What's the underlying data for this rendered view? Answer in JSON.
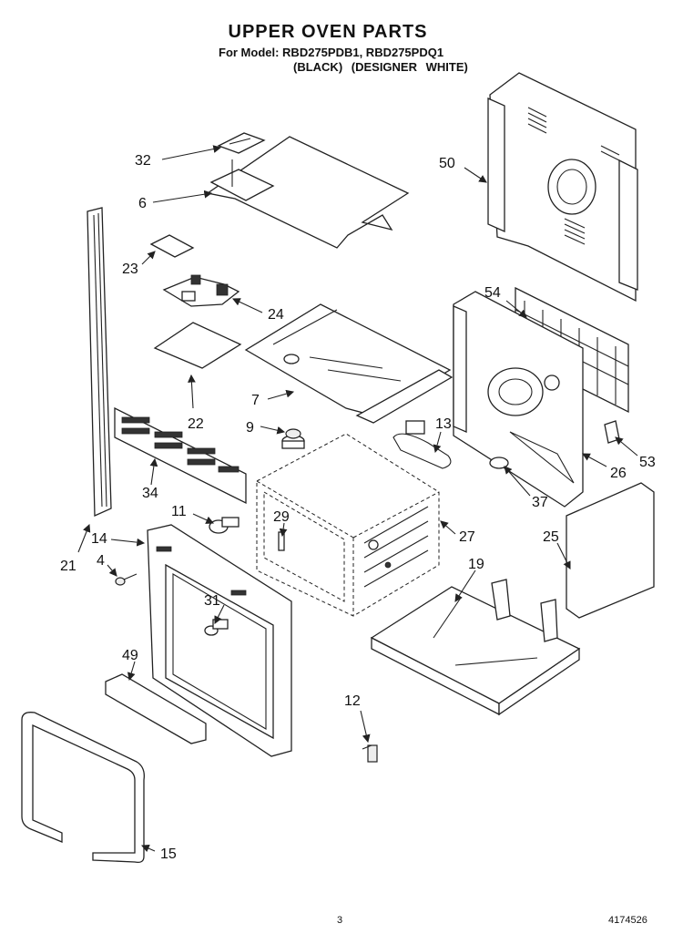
{
  "header": {
    "title": "UPPER OVEN PARTS",
    "model_line": "For Model: RBD275PDB1, RBD275PDQ1",
    "color_line": "(BLACK)   (DESIGNER WHITE)"
  },
  "footer": {
    "page_number": "3",
    "document_number": "4174526"
  },
  "callouts": [
    "32",
    "6",
    "50",
    "23",
    "24",
    "54",
    "7",
    "22",
    "9",
    "13",
    "53",
    "26",
    "34",
    "37",
    "11",
    "29",
    "27",
    "14",
    "25",
    "21",
    "4",
    "19",
    "31",
    "49",
    "12",
    "15"
  ]
}
